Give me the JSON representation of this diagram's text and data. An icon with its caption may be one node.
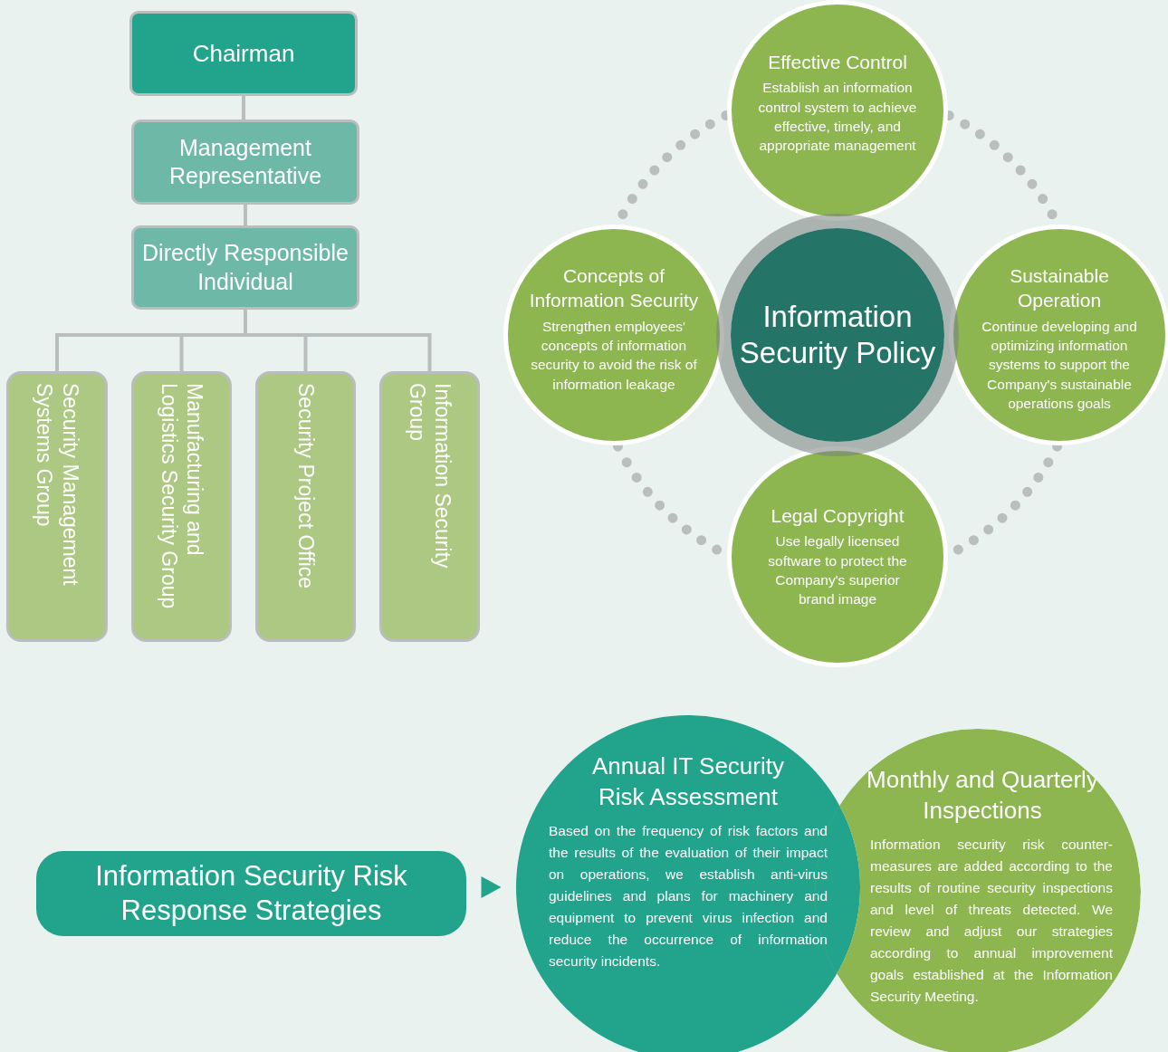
{
  "diagram": {
    "nodes": [
      {
        "text": [
          "Chairman"
        ]
      },
      {
        "text": [
          "Management Representative"
        ]
      },
      {
        "text": [
          "Directly Responsible Individual"
        ]
      },
      {
        "text": [
          "Security Management Systems Group"
        ]
      },
      {
        "text": [
          "Manufacturing and Logistics Security Group"
        ]
      },
      {
        "text": [
          "Security Project Office"
        ]
      },
      {
        "text": [
          "Information Security Group"
        ]
      },
      {
        "text": [
          "Information Security Policy"
        ]
      },
      {
        "text": [
          "Effective Control",
          "Establish an information control system to achieve effective, timely, and appropriate management"
        ]
      },
      {
        "text": [
          "Concepts of Information Security",
          "Strengthen employees' concepts of information security to avoid the risk of information leakage"
        ]
      },
      {
        "text": [
          "Sustainable Operation",
          "Continue developing and optimizing information systems to support the Company's sustainable operations goals"
        ]
      },
      {
        "text": [
          "Legal Copyright",
          "Use legally licensed software to protect the Company's superior brand image"
        ]
      },
      {
        "text": [
          "Information Security Risk Response Strategies"
        ]
      },
      {
        "text": [
          "Annual IT Security Risk Assessment",
          "Based on the frequency of risk factors and the results of the evaluation of their impact on operations, we establish anti-virus guidelines and plans for machinery and equipment to prevent virus infection and reduce the occurrence of information security incidents."
        ]
      },
      {
        "text": [
          "Monthly and Quarterly Inspections",
          "Information security risk counter-measures are added according to the results of routine security inspections and level of threats detected. We review and adjust our strategies according to annual improvement goals established at the Information Security Meeting."
        ]
      }
    ],
    "edges": [
      {
        "from": 0,
        "to": 1,
        "arrow": "none"
      },
      {
        "from": 1,
        "to": 2,
        "arrow": "none"
      },
      {
        "from": 2,
        "to": 3,
        "arrow": "none"
      },
      {
        "from": 2,
        "to": 4,
        "arrow": "none"
      },
      {
        "from": 2,
        "to": 5,
        "arrow": "none"
      },
      {
        "from": 2,
        "to": 6,
        "arrow": "none"
      },
      {
        "from": 8,
        "to": 9,
        "arrow": "none",
        "style": "dashed"
      },
      {
        "from": 8,
        "to": 10,
        "arrow": "none",
        "style": "dashed"
      },
      {
        "from": 9,
        "to": 11,
        "arrow": "none",
        "style": "dashed"
      },
      {
        "from": 10,
        "to": 11,
        "arrow": "none",
        "style": "dashed"
      },
      {
        "from": 12,
        "to": 13,
        "arrow": "to",
        "color": "#22a38c"
      }
    ]
  }
}
